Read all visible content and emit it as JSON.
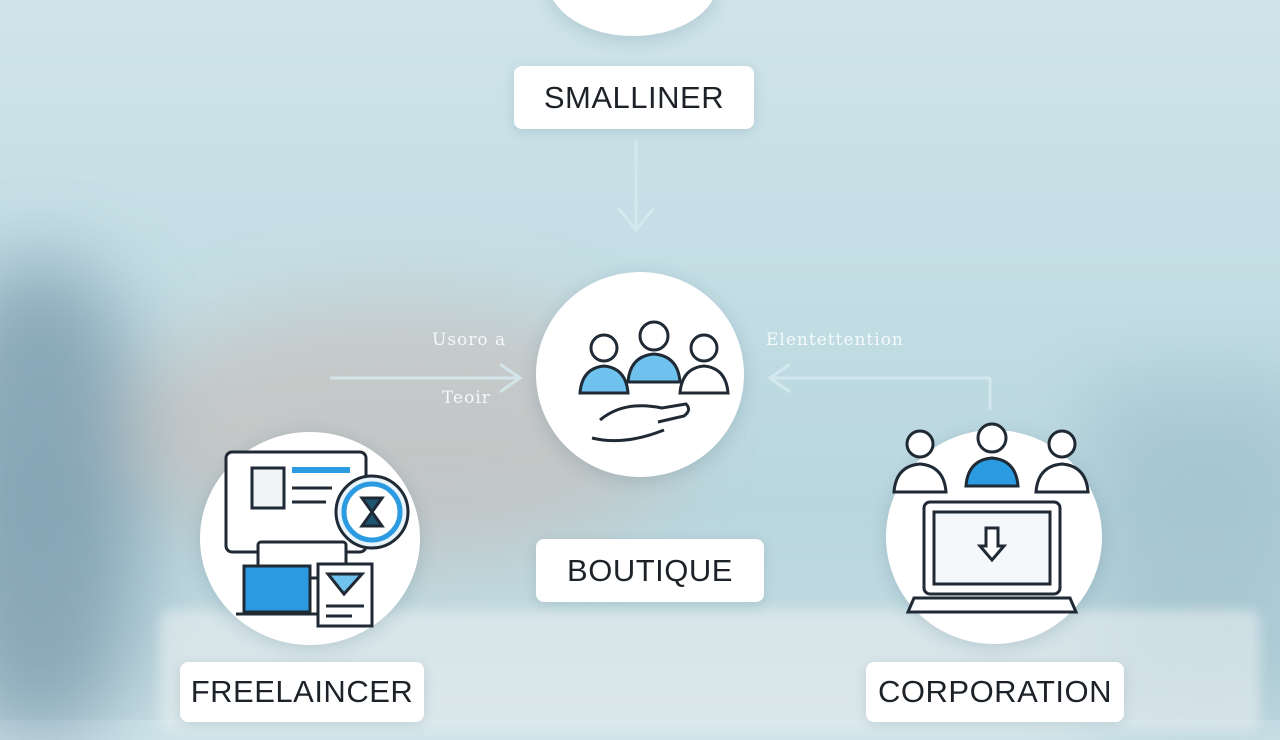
{
  "nodes": {
    "top": {
      "label": "SMALLINER"
    },
    "center": {
      "label": "BOUTIQUE"
    },
    "left": {
      "label": "FREELAINCER"
    },
    "right": {
      "label": "CORPORATION"
    }
  },
  "annotations": {
    "left_top": "Usoro a",
    "left_bottom": "Teoir",
    "right_top": "Elentettention"
  },
  "colors": {
    "accent": "#2a9be0",
    "accent_light": "#6fc2ee",
    "icon_outline": "#1f2a35",
    "teal_dark": "#1e5670"
  },
  "icons": {
    "top": "hand-icon",
    "center": "team-handshake-icon",
    "left": "documents-clock-icon",
    "right": "team-laptop-icon"
  }
}
